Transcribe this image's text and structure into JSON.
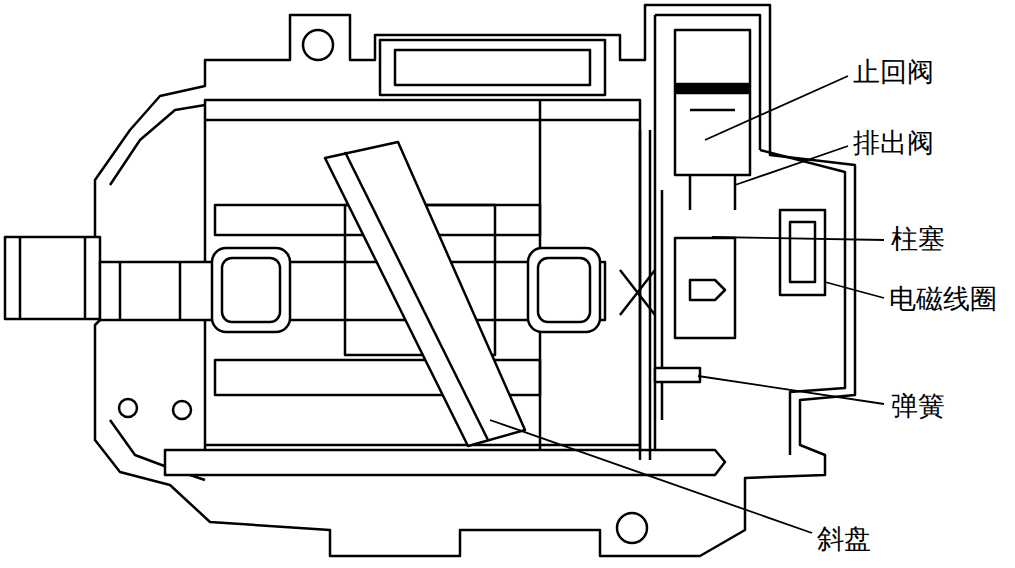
{
  "diagram": {
    "labels": [
      "止回阀",
      "排出阀",
      "柱塞",
      "电磁线圈",
      "弹簧",
      "斜盘"
    ]
  }
}
